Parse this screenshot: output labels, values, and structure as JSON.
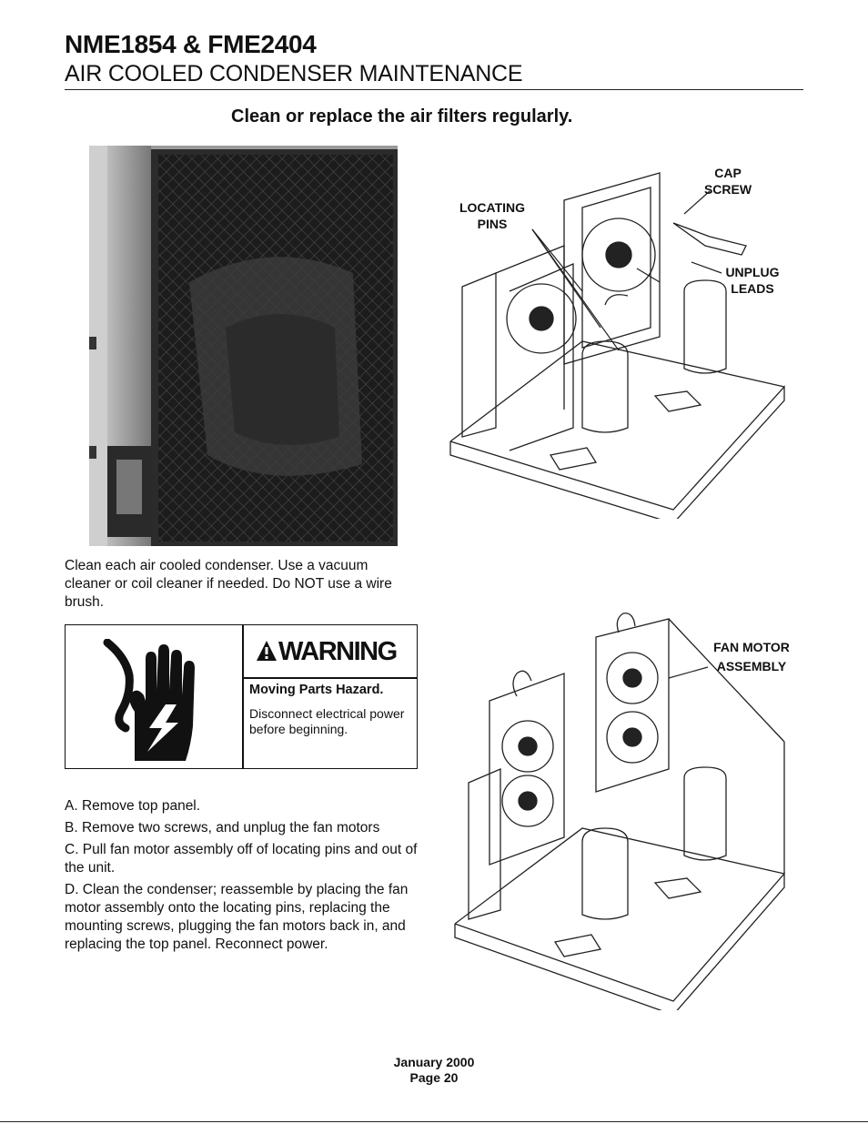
{
  "header": {
    "title": "NME1854 & FME2404",
    "subtitle": "AIR COOLED CONDENSER MAINTENANCE"
  },
  "headline": "Clean or replace the air filters regularly.",
  "photo_caption": "Clean each air cooled condenser. Use a vacuum cleaner or coil cleaner if needed. Do NOT use a wire brush.",
  "warning": {
    "label": "WARNING",
    "title": "Moving Parts Hazard.",
    "text": "Disconnect electrical power before beginning.",
    "icon": "electric-shock-hand-icon"
  },
  "steps": [
    "A. Remove top panel.",
    "B. Remove two screws, and unplug the fan motors",
    "C. Pull fan motor assembly off of locating pins and out of the unit.",
    "D. Clean the condenser; reassemble by placing the fan motor assembly onto the locating pins, replacing the mounting screws, plugging the fan motors back in, and replacing the top panel. Reconnect power."
  ],
  "diagram_top": {
    "labels": {
      "cap_screw_1": "CAP",
      "cap_screw_2": "SCREW",
      "locating_pins_1": "LOCATING",
      "locating_pins_2": "PINS",
      "unplug_leads_1": "UNPLUG",
      "unplug_leads_2": "LEADS"
    }
  },
  "diagram_bottom": {
    "labels": {
      "fan_motor_1": "FAN MOTOR",
      "fan_motor_2": "ASSEMBLY"
    }
  },
  "footer": {
    "date": "January 2000",
    "page": "Page 20"
  }
}
